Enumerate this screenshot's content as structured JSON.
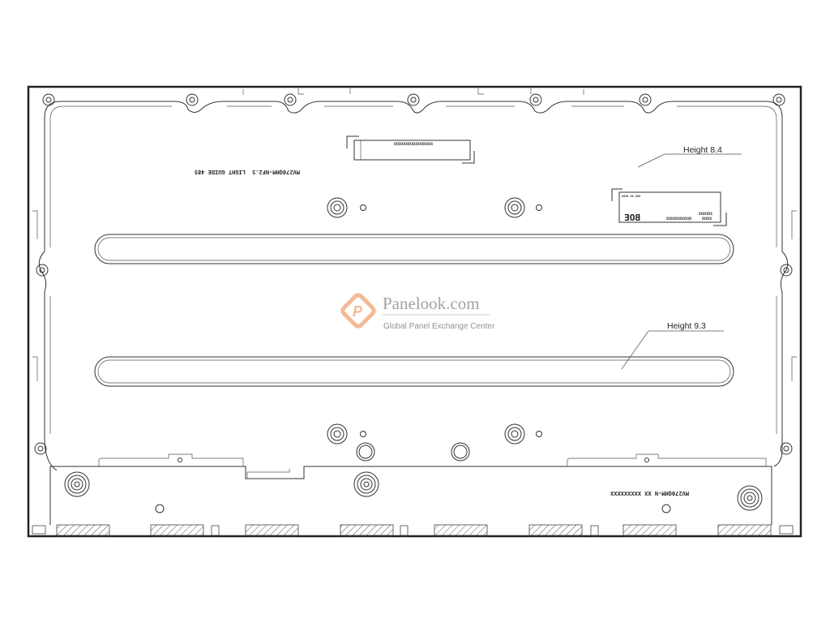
{
  "drawing": {
    "callouts": [
      {
        "label": "Height 8.4"
      },
      {
        "label": "Height 9.3"
      }
    ],
    "model_text": "MV270QHM-NF2.S",
    "light_guide_text": "LIGHT GUIDE 485",
    "bottom_label": "MV270QHM-N  XX  XXXXXXXXX",
    "connector_text": "XXXXXXXXXXXXXXXXXXXX",
    "label": {
      "brand": "BOE",
      "top_code": "XXXX XX XXX",
      "code_1": "XXXXXXX",
      "code_2": "XXXXXXXXXXXXX",
      "code_3": "XXXXX"
    }
  },
  "watermark": {
    "site": "Panelook.com",
    "tagline": "Global Panel Exchange Center",
    "logo_letter": "P",
    "color": "#f2b48a"
  }
}
